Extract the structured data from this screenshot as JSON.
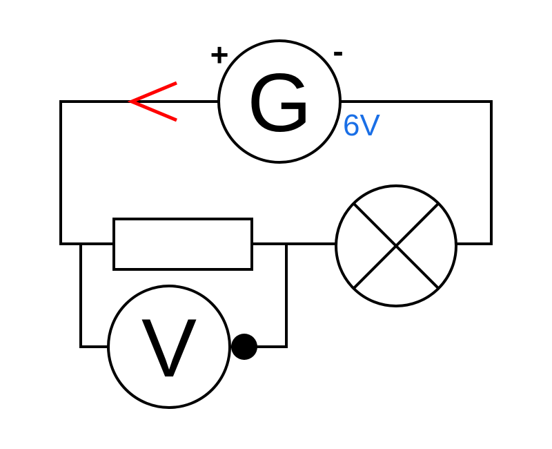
{
  "generator": {
    "letter": "G",
    "plus_sign": "+",
    "minus_sign": "-",
    "voltage": "6V"
  },
  "voltmeter": {
    "letter": "V"
  },
  "colors": {
    "line": "#000000",
    "arrow": "#ff0000",
    "voltage_text": "#1a6fe6",
    "background": "#ffffff"
  },
  "icons": {
    "current_arrow": "arrow-left-icon",
    "lamp": "lamp-cross-icon",
    "terminal": "dot-icon"
  }
}
